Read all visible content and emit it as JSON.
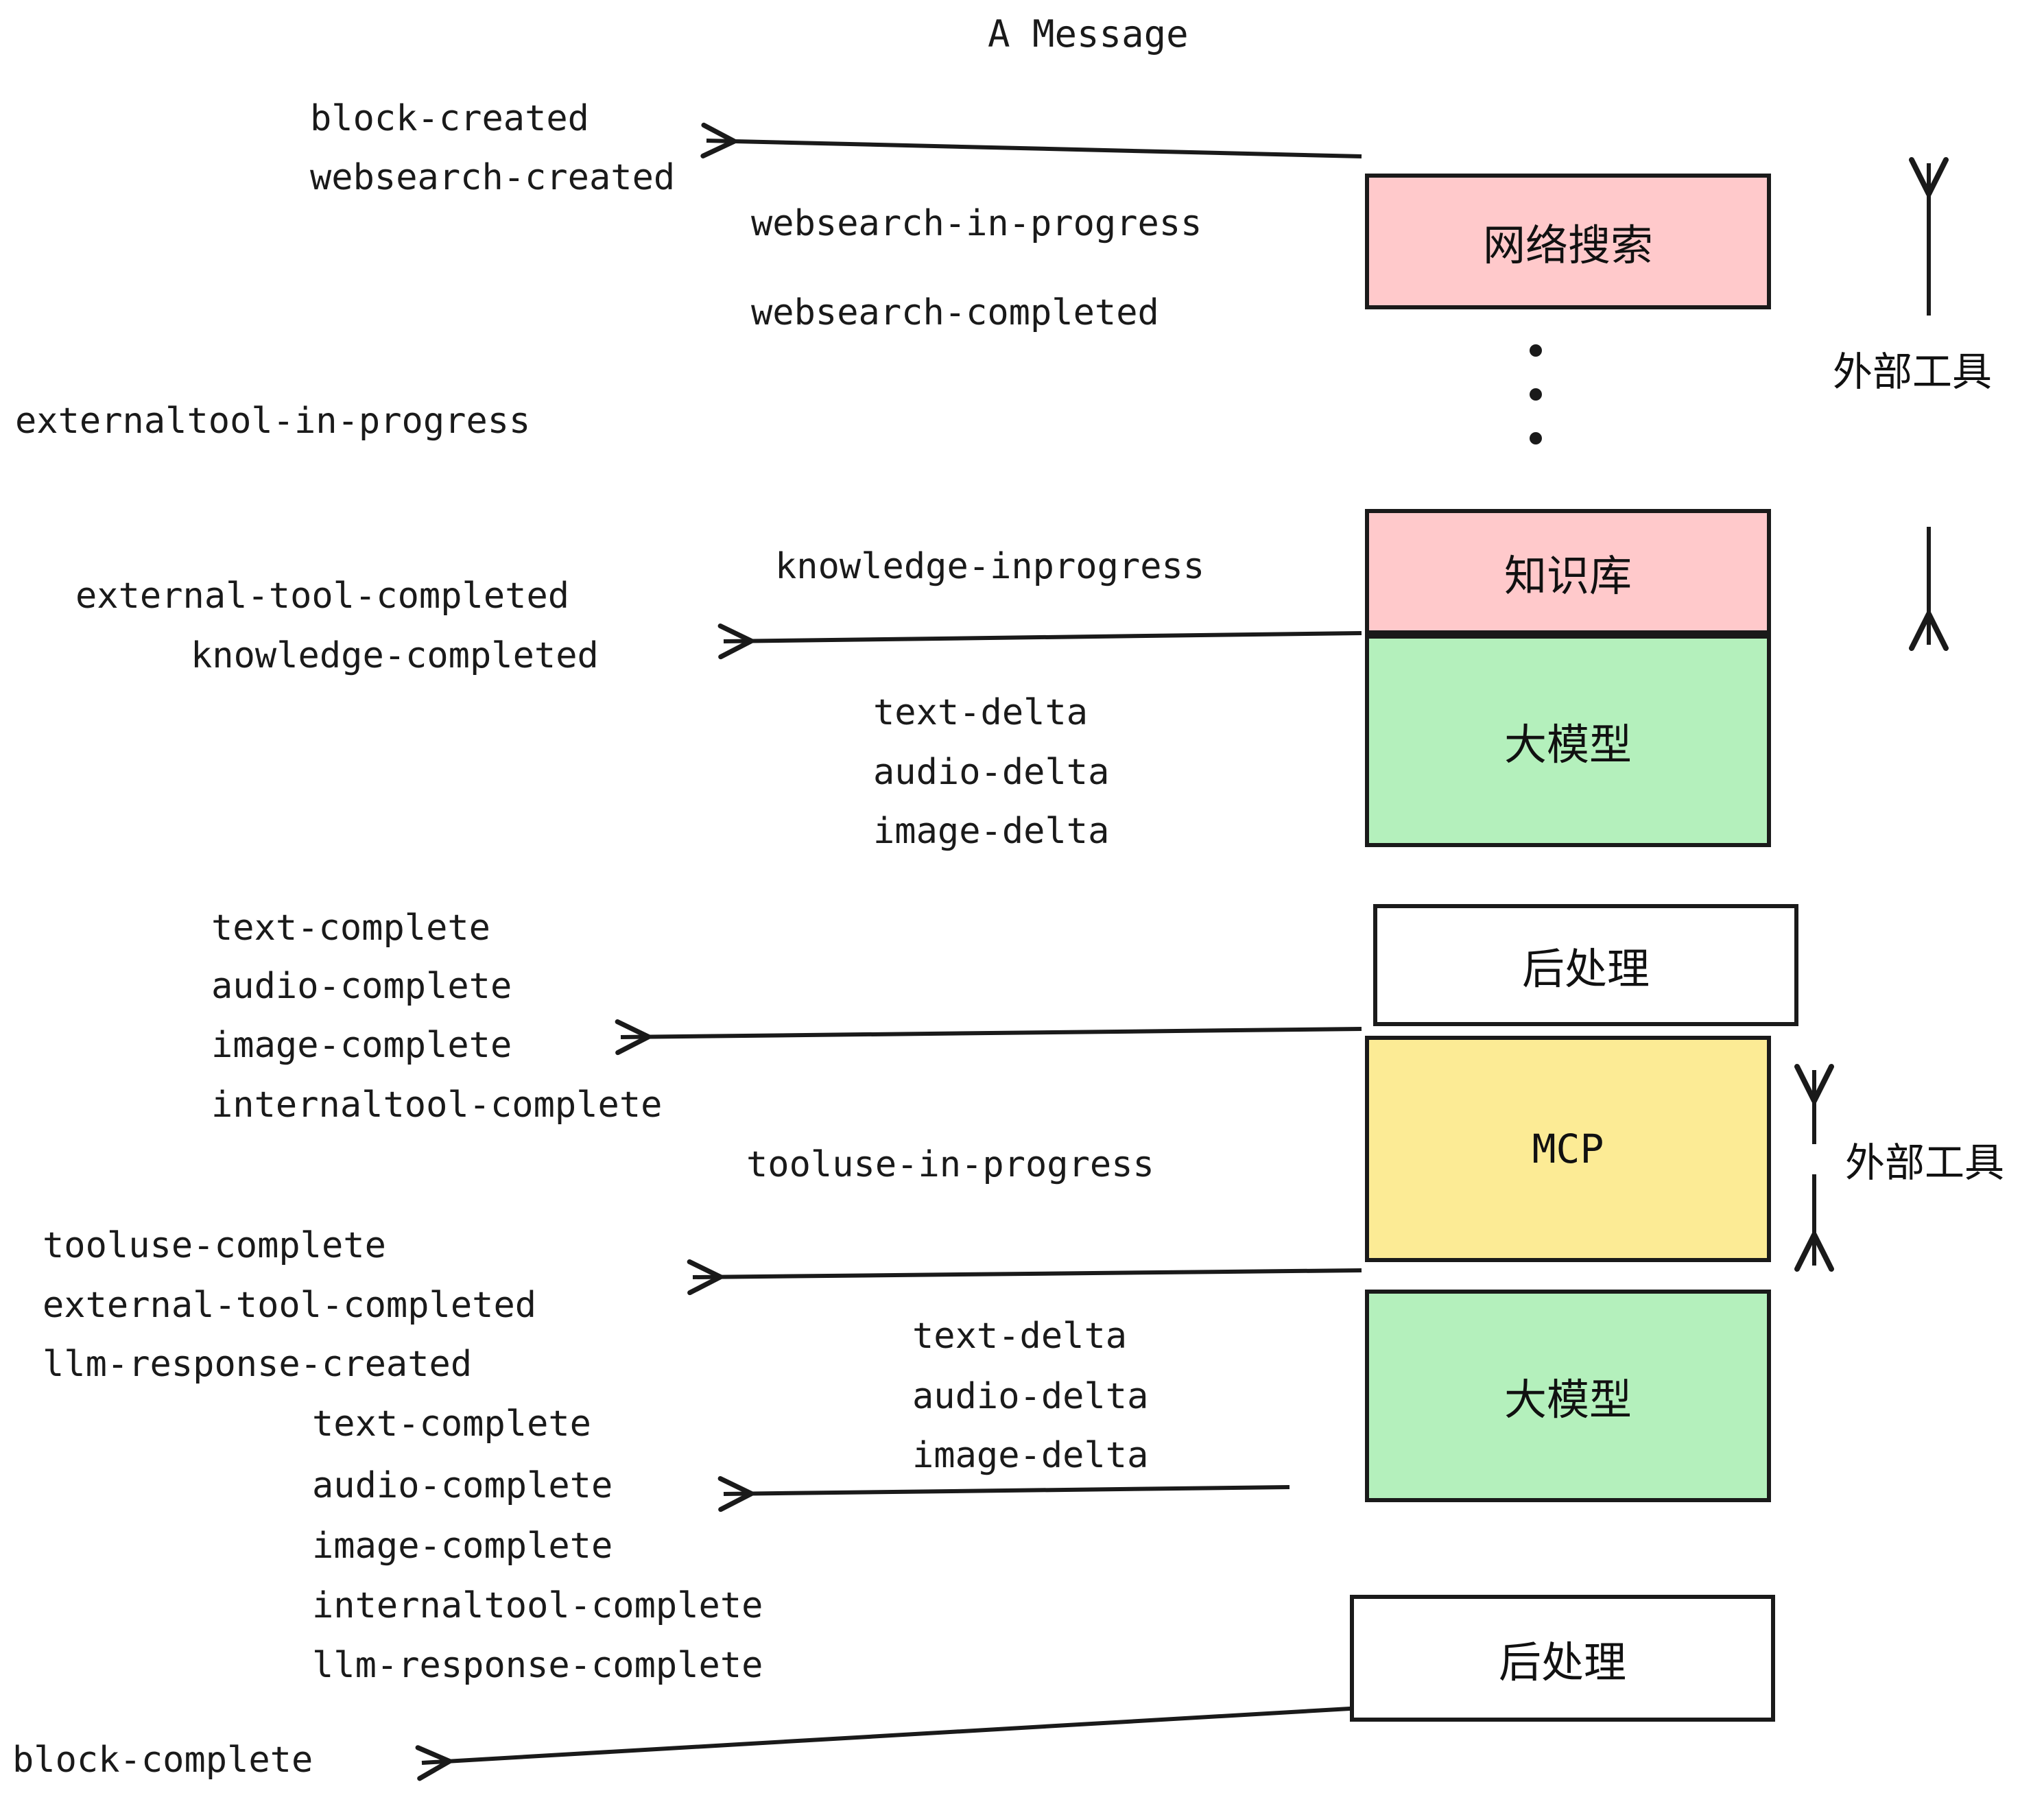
{
  "title": "A Message",
  "colors": {
    "pink": "#FFC9CB",
    "green": "#B4F0BC",
    "yellow": "#FCEB95",
    "white": "#FFFFFF",
    "stroke": "#1A1A1A"
  },
  "boxes": [
    {
      "label": "网络搜索",
      "fill": "#FFC9CB"
    },
    {
      "label": "知识库",
      "fill": "#FFC9CB"
    },
    {
      "label": "大模型",
      "fill": "#B4F0BC"
    },
    {
      "label": "后处理",
      "fill": "#FFFFFF"
    },
    {
      "label": "MCP",
      "fill": "#FCEB95"
    },
    {
      "label": "大模型",
      "fill": "#B4F0BC"
    },
    {
      "label": "后处理",
      "fill": "#FFFFFF"
    }
  ],
  "side_labels": [
    {
      "text": "外部工具"
    },
    {
      "text": "外部工具"
    }
  ],
  "events": [
    {
      "id": "block-created",
      "text": "block-created"
    },
    {
      "id": "websearch-created",
      "text": "websearch-created"
    },
    {
      "id": "websearch-in-progress",
      "text": "websearch-in-progress"
    },
    {
      "id": "websearch-completed",
      "text": "websearch-completed"
    },
    {
      "id": "externaltool-in-progress",
      "text": "externaltool-in-progress"
    },
    {
      "id": "knowledge-inprogress",
      "text": "knowledge-inprogress"
    },
    {
      "id": "external-tool-completed-1",
      "text": "external-tool-completed"
    },
    {
      "id": "knowledge-completed",
      "text": "knowledge-completed"
    },
    {
      "id": "text-delta-1",
      "text": "text-delta"
    },
    {
      "id": "audio-delta-1",
      "text": "audio-delta"
    },
    {
      "id": "image-delta-1",
      "text": "image-delta"
    },
    {
      "id": "text-complete-1",
      "text": "text-complete"
    },
    {
      "id": "audio-complete-1",
      "text": "audio-complete"
    },
    {
      "id": "image-complete-1",
      "text": "image-complete"
    },
    {
      "id": "internaltool-complete-1",
      "text": "internaltool-complete"
    },
    {
      "id": "tooluse-in-progress",
      "text": "tooluse-in-progress"
    },
    {
      "id": "tooluse-complete",
      "text": "tooluse-complete"
    },
    {
      "id": "external-tool-completed-2",
      "text": "external-tool-completed"
    },
    {
      "id": "llm-response-created",
      "text": "llm-response-created"
    },
    {
      "id": "text-delta-2",
      "text": "text-delta"
    },
    {
      "id": "audio-delta-2",
      "text": "audio-delta"
    },
    {
      "id": "image-delta-2",
      "text": "image-delta"
    },
    {
      "id": "text-complete-2",
      "text": "text-complete"
    },
    {
      "id": "audio-complete-2",
      "text": "audio-complete"
    },
    {
      "id": "image-complete-2",
      "text": "image-complete"
    },
    {
      "id": "internaltool-complete-2",
      "text": "internaltool-complete"
    },
    {
      "id": "llm-response-complete",
      "text": "llm-response-complete"
    },
    {
      "id": "block-complete",
      "text": "block-complete"
    }
  ]
}
